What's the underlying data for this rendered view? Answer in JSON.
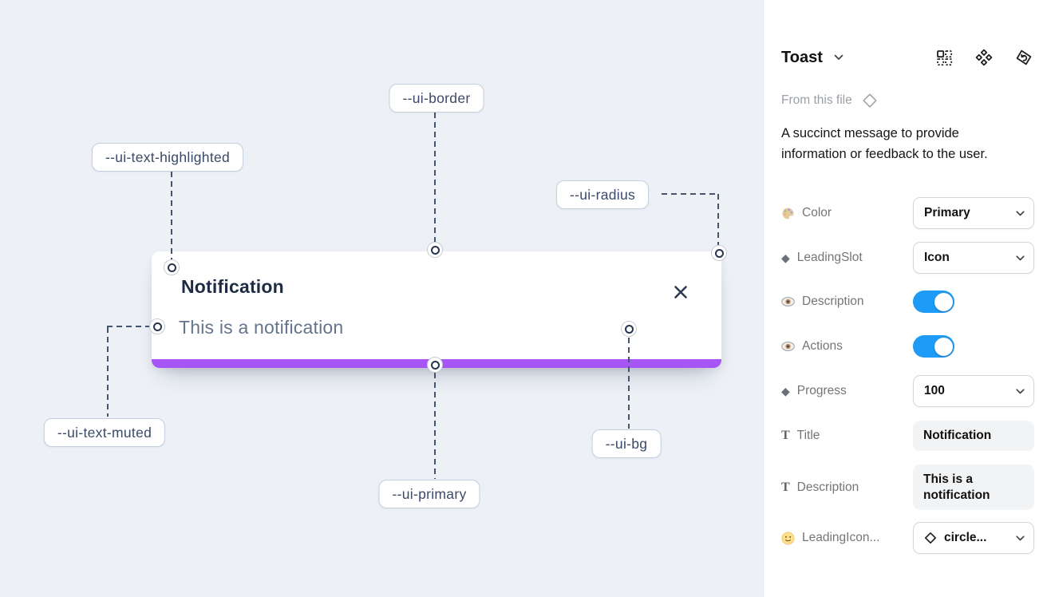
{
  "canvas": {
    "toast": {
      "title": "Notification",
      "description": "This is a notification"
    },
    "variable_labels": {
      "border": "--ui-border",
      "text_highlighted": "--ui-text-highlighted",
      "radius": "--ui-radius",
      "text_muted": "--ui-text-muted",
      "primary": "--ui-primary",
      "bg": "--ui-bg"
    }
  },
  "panel": {
    "title": "Toast",
    "source_label": "From this file",
    "description": "A succinct message to provide information or feedback to the user.",
    "properties": {
      "color": {
        "label": "Color",
        "value": "Primary"
      },
      "leading_slot": {
        "label": "LeadingSlot",
        "value": "Icon"
      },
      "description_toggle": {
        "label": "Description",
        "state": "on"
      },
      "actions_toggle": {
        "label": "Actions",
        "state": "on"
      },
      "progress": {
        "label": "Progress",
        "value": "100"
      },
      "title_field": {
        "label": "Title",
        "value": "Notification"
      },
      "description_field": {
        "label": "Description",
        "value": "This is a notification"
      },
      "leading_icon": {
        "label": "LeadingIcon...",
        "value": "circle..."
      }
    }
  },
  "colors": {
    "canvas_bg": "#edf1f6",
    "primary_purple": "#a655f6",
    "toggle_blue": "#1e9bf5",
    "text_highlighted": "#1d2b43",
    "text_muted": "#64748b",
    "pill_border": "#c5d0de"
  }
}
